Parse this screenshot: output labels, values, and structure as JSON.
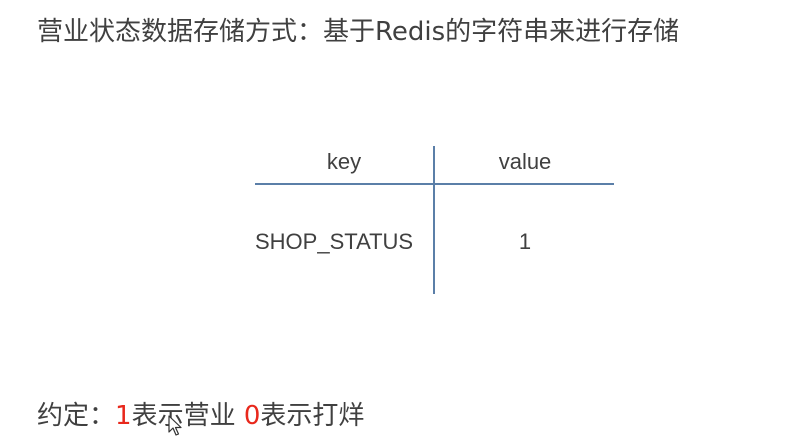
{
  "heading": "营业状态数据存储方式：基于Redis的字符串来进行存储",
  "table": {
    "headers": {
      "key": "key",
      "value": "value"
    },
    "rows": [
      {
        "key": "SHOP_STATUS",
        "value": "1"
      }
    ]
  },
  "convention": {
    "label": "约定：",
    "open_value": "1",
    "open_text": "表示营业",
    "closed_value": "0",
    "closed_text": "表示打烊"
  },
  "colors": {
    "text": "#404040",
    "accent_red": "#e8281c",
    "table_line": "#5b7fa8"
  },
  "icons": {
    "cursor": "mouse-pointer-icon"
  }
}
